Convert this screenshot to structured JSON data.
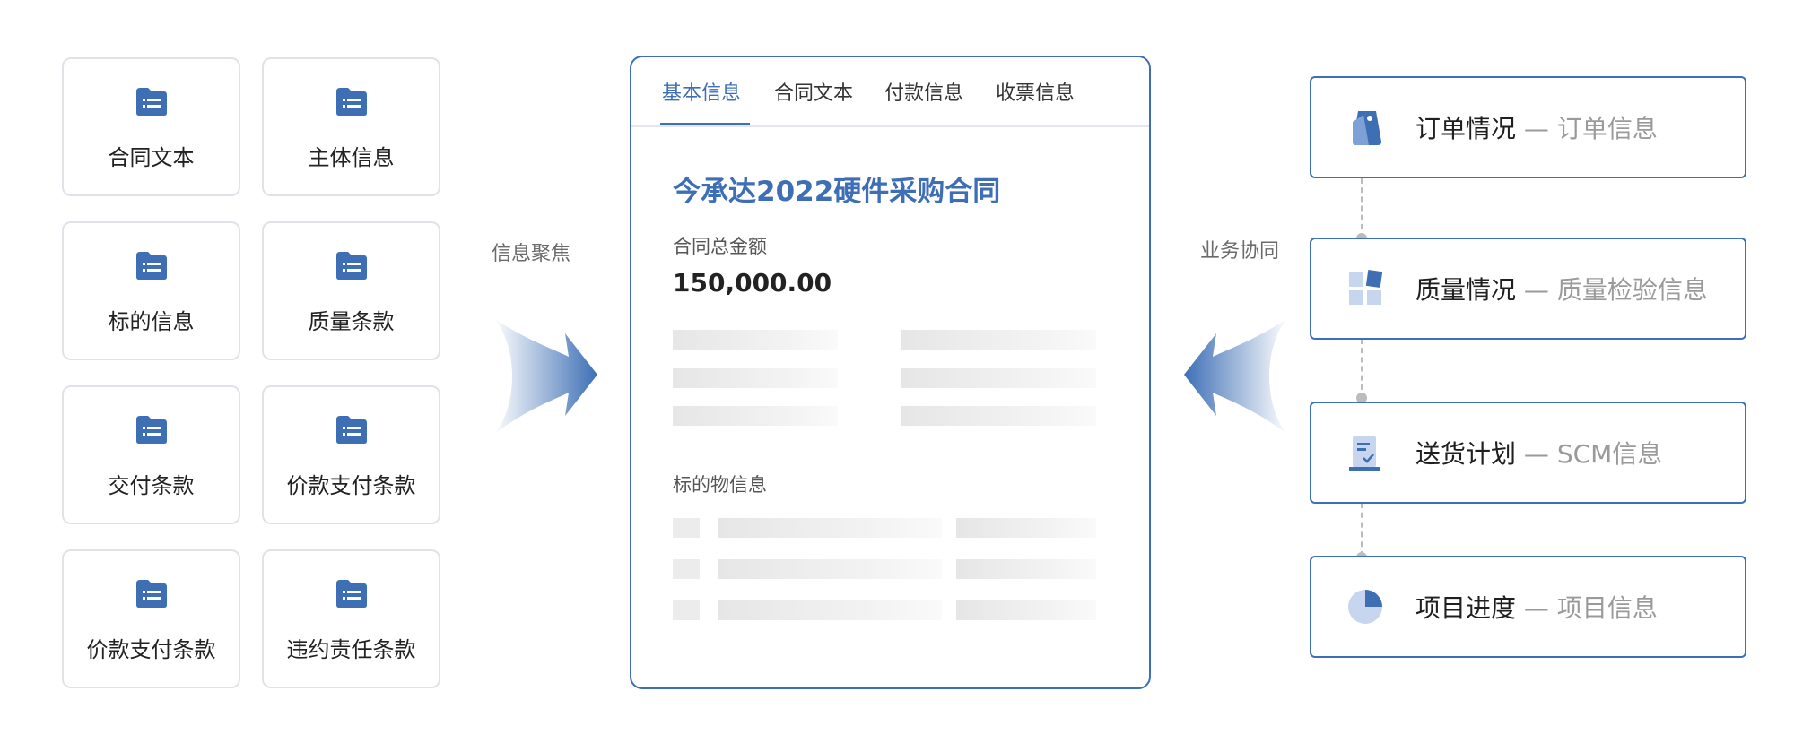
{
  "left_cards": [
    {
      "label": "合同文本",
      "icon": "folder-list-icon"
    },
    {
      "label": "主体信息",
      "icon": "folder-list-icon"
    },
    {
      "label": "标的信息",
      "icon": "folder-list-icon"
    },
    {
      "label": "质量条款",
      "icon": "folder-list-icon"
    },
    {
      "label": "交付条款",
      "icon": "folder-list-icon"
    },
    {
      "label": "价款支付条款",
      "icon": "folder-list-icon"
    },
    {
      "label": "价款支付条款",
      "icon": "folder-list-icon"
    },
    {
      "label": "违约责任条款",
      "icon": "folder-list-icon"
    }
  ],
  "left_arrow_label": "信息聚焦",
  "right_arrow_label": "业务协同",
  "panel": {
    "tabs": [
      "基本信息",
      "合同文本",
      "付款信息",
      "收票信息"
    ],
    "active_tab": "基本信息",
    "title": "今承达2022硬件采购合同",
    "amount_label": "合同总金额",
    "amount_value": "150,000.00",
    "subject_label": "标的物信息"
  },
  "right_cards": [
    {
      "main": "订单情况",
      "sub": " — 订单信息",
      "icon": "tag-icon"
    },
    {
      "main": "质量情况",
      "sub": " — 质量检验信息",
      "icon": "tiles-icon"
    },
    {
      "main": "送货计划",
      "sub": " — SCM信息",
      "icon": "document-check-icon"
    },
    {
      "main": "项目进度",
      "sub": " — 项目信息",
      "icon": "pie-chart-icon"
    }
  ],
  "colors": {
    "accent": "#3e6fb5",
    "border": "#dfe3e8",
    "muted": "#9a9a9a"
  }
}
